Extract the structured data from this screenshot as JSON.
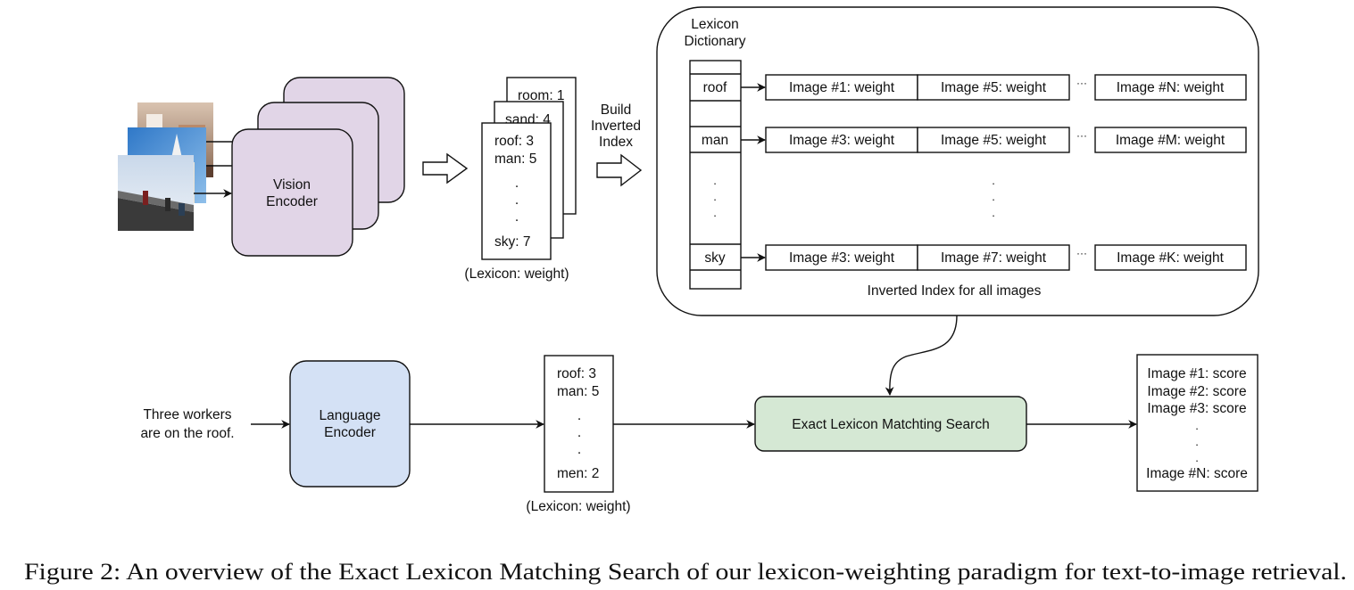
{
  "vision": {
    "encoder_line1": "Vision",
    "encoder_line2": "Encoder",
    "lexicon_back": "room: 1",
    "lexicon_mid": "sand: 4",
    "lexicon_front": [
      "roof: 3",
      "man: 5",
      ".",
      ".",
      ".",
      "sky: 7"
    ],
    "lexicon_caption": "(Lexicon: weight)"
  },
  "build_index": [
    "Build",
    "Inverted",
    "Index"
  ],
  "dictionary": {
    "title": [
      "Lexicon",
      "Dictionary"
    ],
    "rows": [
      {
        "key": "roof",
        "postings": [
          "Image #1: weight",
          "Image #5: weight",
          "Image #N: weight"
        ]
      },
      {
        "key": "man",
        "postings": [
          "Image #3: weight",
          "Image #5: weight",
          "Image #M: weight"
        ]
      },
      {
        "key": "sky",
        "postings": [
          "Image #3: weight",
          "Image #7: weight",
          "Image #K: weight"
        ]
      }
    ],
    "ellipsis": "···",
    "vertical_dot": ".",
    "caption": "Inverted Index for all images"
  },
  "language": {
    "query": [
      "Three workers",
      "are on the roof."
    ],
    "encoder_line1": "Language",
    "encoder_line2": "Encoder",
    "lexicon": [
      "roof: 3",
      "man: 5",
      ".",
      ".",
      ".",
      "men: 2"
    ],
    "lexicon_caption": "(Lexicon: weight)"
  },
  "search": {
    "label": "Exact Lexicon Matchting Search"
  },
  "results": [
    "Image #1: score",
    "Image #2: score",
    "Image #3: score",
    ".",
    ".",
    ".",
    "Image #N: score"
  ],
  "caption": "Figure 2: An overview of the Exact Lexicon Matching Search of our lexicon-weighting paradigm for text-to-image retrieval.",
  "colors": {
    "vision_fill": "#e1d5e7",
    "language_fill": "#d4e1f5",
    "search_fill": "#d5e8d4",
    "stroke": "#111111"
  }
}
